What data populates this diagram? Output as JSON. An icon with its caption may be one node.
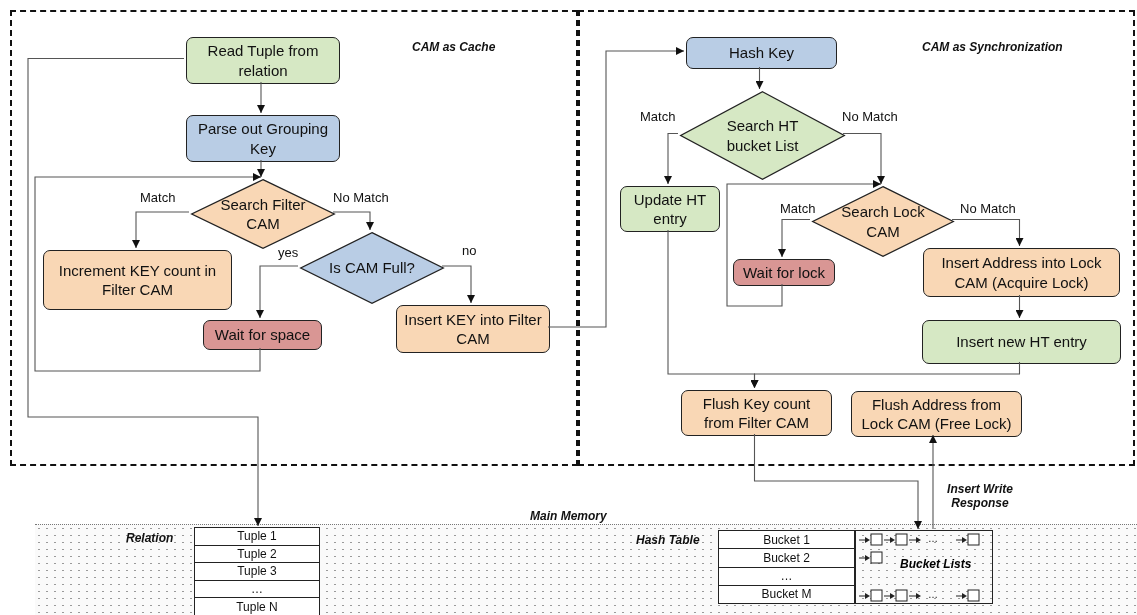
{
  "diagram": {
    "nodes": [
      {
        "text": [
          "CAM as Cache"
        ]
      },
      {
        "text": [
          "CAM as Synchronization"
        ]
      },
      {
        "text": [
          "Read Tuple from relation"
        ],
        "in": 0
      },
      {
        "text": [
          "Parse out Grouping Key"
        ],
        "in": 0
      },
      {
        "text": [
          "Search Filter CAM"
        ],
        "in": 0
      },
      {
        "text": [
          "Increment KEY count in Filter CAM"
        ],
        "in": 0
      },
      {
        "text": [
          "Is CAM Full?"
        ],
        "in": 0
      },
      {
        "text": [
          "Wait for space"
        ],
        "in": 0
      },
      {
        "text": [
          "Insert KEY into Filter CAM"
        ],
        "in": 0
      },
      {
        "text": [
          "Hash Key"
        ],
        "in": 1
      },
      {
        "text": [
          "Search HT bucket List"
        ],
        "in": 1
      },
      {
        "text": [
          "Update HT entry"
        ],
        "in": 1
      },
      {
        "text": [
          "Search Lock CAM"
        ],
        "in": 1
      },
      {
        "text": [
          "Wait for lock"
        ],
        "in": 1
      },
      {
        "text": [
          "Insert Address into Lock CAM (Acquire Lock)"
        ],
        "in": 1
      },
      {
        "text": [
          "Insert new HT entry"
        ],
        "in": 1
      },
      {
        "text": [
          "Flush Key count from Filter CAM"
        ],
        "in": 1
      },
      {
        "text": [
          "Flush Address from Lock CAM (Free Lock)"
        ],
        "in": 1
      },
      {
        "text": [
          "Main Memory"
        ]
      },
      {
        "text": [
          "Tuple 1",
          "Tuple 2",
          "Tuple 3",
          "…",
          "Tuple N"
        ],
        "beside": [
          "Relation"
        ],
        "in": 18
      },
      {
        "text": [
          "Bucket 1",
          "Bucket 2",
          "…",
          "Bucket M"
        ],
        "beside": [
          "Hash Table"
        ],
        "in": 18
      },
      {
        "text": [
          "Bucket Lists"
        ],
        "in": 18
      }
    ],
    "edges": [
      {
        "from": 2,
        "to": 3,
        "arrow": "to"
      },
      {
        "from": 3,
        "to": 4,
        "arrow": "to"
      },
      {
        "from": 4,
        "to": 5,
        "arrow": "to",
        "label": "Match"
      },
      {
        "from": 4,
        "to": 6,
        "arrow": "to",
        "label": "No Match"
      },
      {
        "from": 6,
        "to": 7,
        "arrow": "to",
        "label": "yes"
      },
      {
        "from": 6,
        "to": 8,
        "arrow": "to",
        "label": "no"
      },
      {
        "from": 7,
        "to": 4,
        "arrow": "to"
      },
      {
        "from": 8,
        "to": 9,
        "arrow": "to"
      },
      {
        "from": 2,
        "to": 19,
        "arrow": "to"
      },
      {
        "from": 9,
        "to": 10,
        "arrow": "to"
      },
      {
        "from": 10,
        "to": 11,
        "arrow": "to",
        "label": "Match"
      },
      {
        "from": 10,
        "to": 12,
        "arrow": "to",
        "label": "No Match"
      },
      {
        "from": 12,
        "to": 13,
        "arrow": "to",
        "label": "Match"
      },
      {
        "from": 12,
        "to": 14,
        "arrow": "to",
        "label": "No Match"
      },
      {
        "from": 13,
        "to": 12,
        "arrow": "to"
      },
      {
        "from": 14,
        "to": 15,
        "arrow": "to"
      },
      {
        "from": 11,
        "to": 16,
        "arrow": "to"
      },
      {
        "from": 15,
        "to": 16,
        "arrow": "to"
      },
      {
        "from": 16,
        "to": 21,
        "arrow": "to"
      },
      {
        "from": 21,
        "to": 17,
        "arrow": "to",
        "label": "Insert Write Response"
      }
    ],
    "labels": [
      "…",
      "…"
    ]
  }
}
